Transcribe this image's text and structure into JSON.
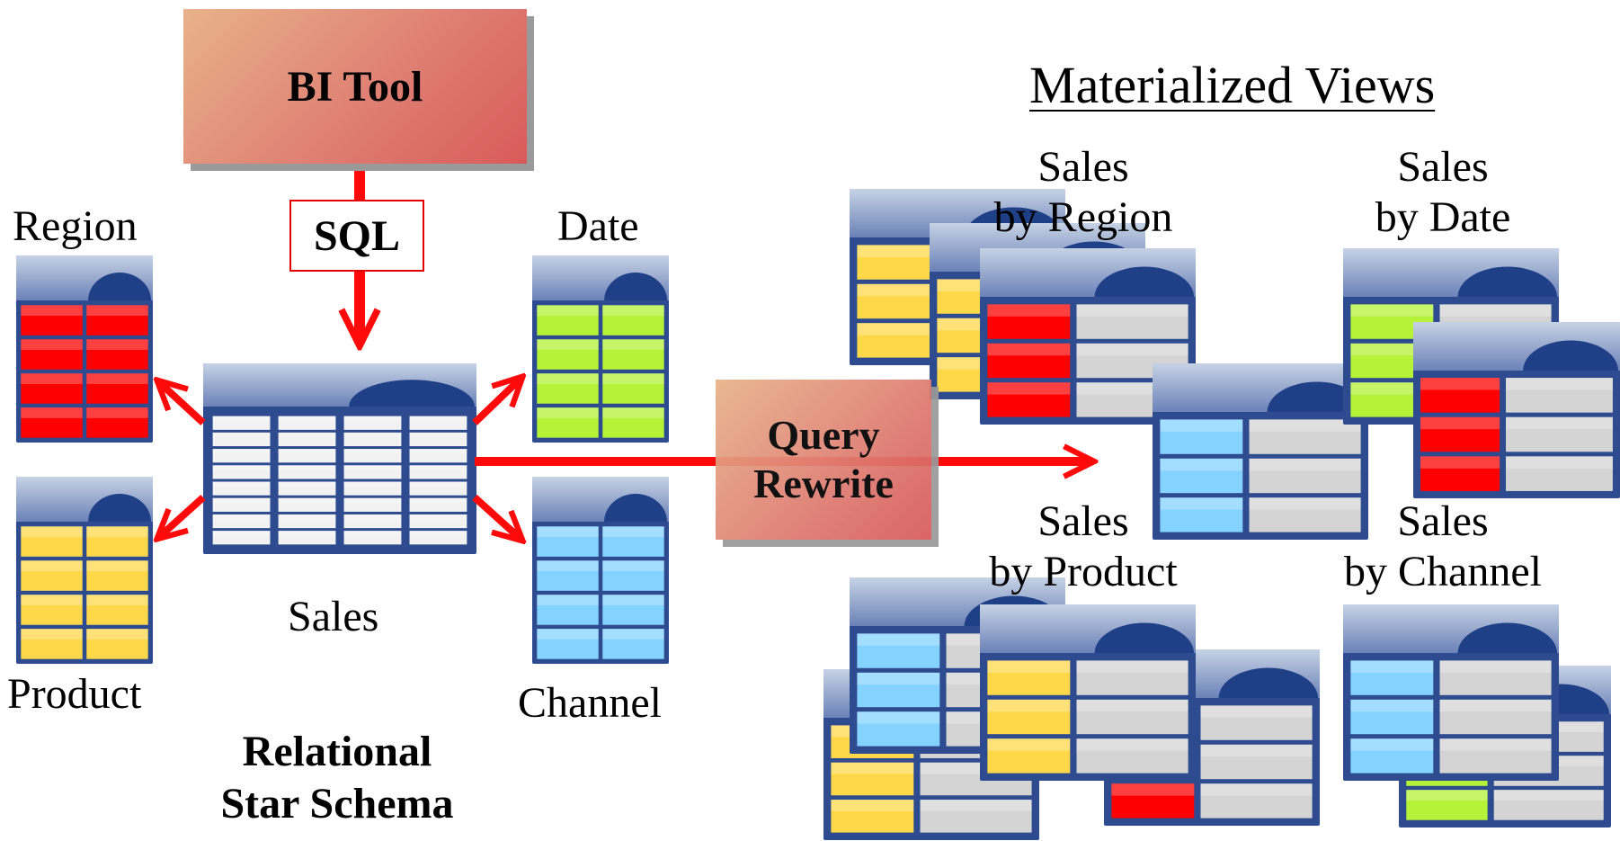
{
  "colors": {
    "header_top": "#c6d2e4",
    "header_bottom": "#6b82b8",
    "frame": "#2d4b8e",
    "dome": "#1f3f86",
    "region_red": "#ff0000",
    "product_yellow": "#ffd84a",
    "date_green": "#b5f238",
    "channel_blue": "#84d2ff",
    "sales_white": "#f2f2f2",
    "measure_gray": "#d4d4d4",
    "arrow_red": "#ff0a0a",
    "box_gradient_start": "#e8b38a",
    "box_gradient_end": "#d85a5a"
  },
  "bi_tool": {
    "label": "BI Tool"
  },
  "sql": {
    "label": "SQL"
  },
  "query_rewrite": {
    "line1": "Query",
    "line2": "Rewrite"
  },
  "star_schema": {
    "fact": {
      "label": "Sales"
    },
    "dimensions": [
      {
        "label": "Region",
        "color": "region_red"
      },
      {
        "label": "Product",
        "color": "product_yellow"
      },
      {
        "label": "Date",
        "color": "date_green"
      },
      {
        "label": "Channel",
        "color": "channel_blue"
      }
    ],
    "caption_line1": "Relational",
    "caption_line2": "Star Schema"
  },
  "materialized_views": {
    "title": "Materialized Views",
    "groups": [
      {
        "line1": "Sales",
        "line2": "by Region"
      },
      {
        "line1": "Sales",
        "line2": "by Date"
      },
      {
        "line1": "Sales",
        "line2": "by Product"
      },
      {
        "line1": "Sales",
        "line2": "by Channel"
      }
    ]
  }
}
